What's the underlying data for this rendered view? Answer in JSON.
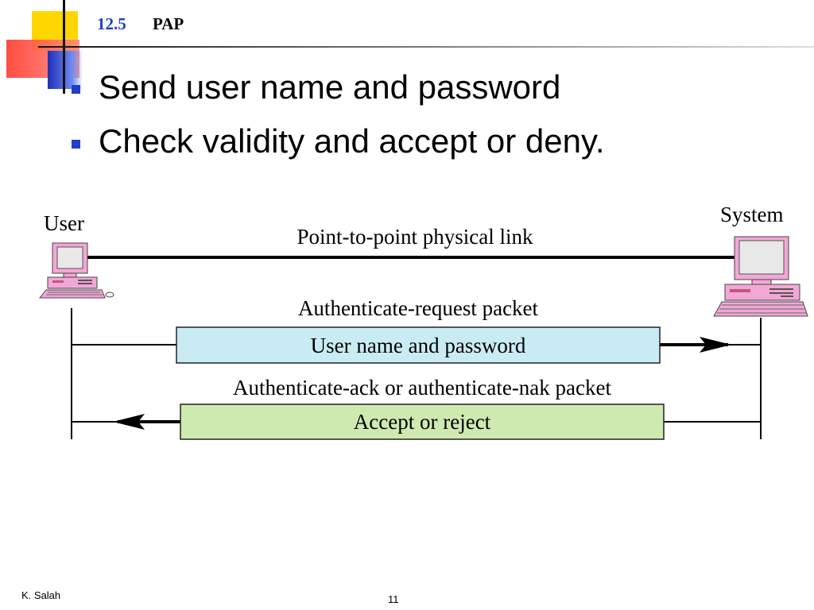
{
  "header": {
    "section_number": "12.5",
    "section_title": "PAP"
  },
  "bullets": [
    {
      "text": "Send user name and password"
    },
    {
      "text": "Check validity and accept or deny."
    }
  ],
  "diagram": {
    "user_label": "User",
    "system_label": "System",
    "link_label": "Point-to-point physical link",
    "request_label": "Authenticate-request packet",
    "request_box": "User name and password",
    "response_label": "Authenticate-ack or authenticate-nak packet",
    "response_box": "Accept or reject"
  },
  "footer": {
    "author": "K. Salah",
    "page_number": "11"
  },
  "colors": {
    "accent_blue": "#1f3fc8",
    "decor_yellow": "#fed600",
    "decor_red": "#ff3a2e",
    "computer_pink": "#f3a7d6",
    "request_box_fill": "#c9ecf4",
    "response_box_fill": "#cfeab0"
  }
}
